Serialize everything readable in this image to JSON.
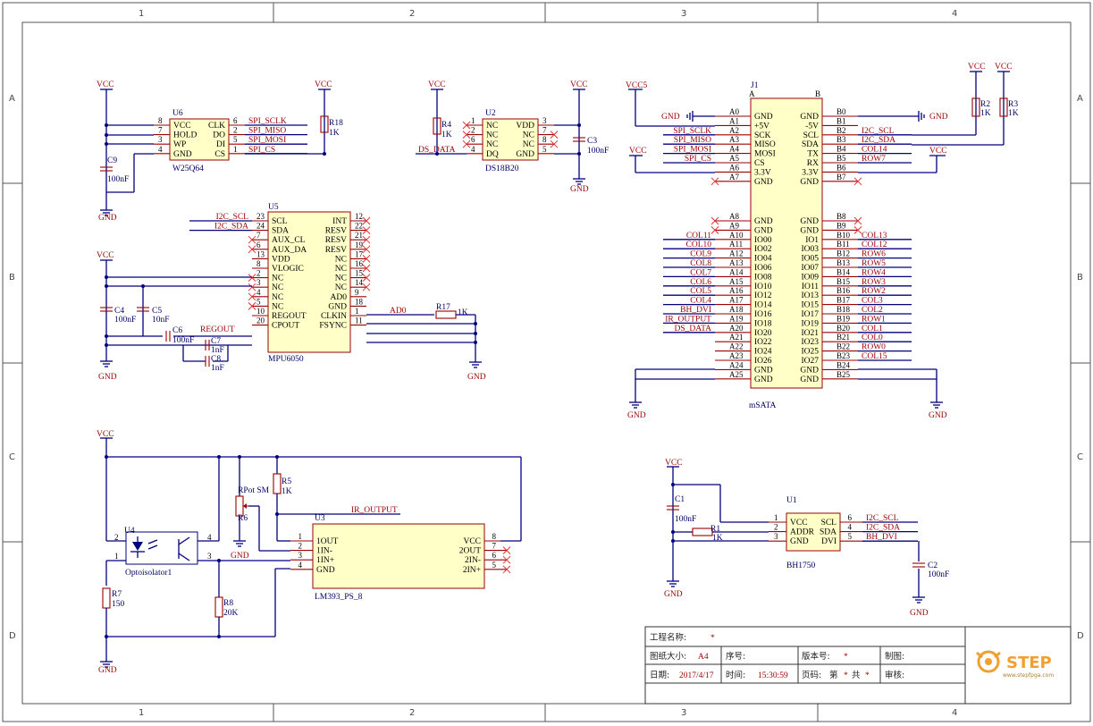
{
  "frame": {
    "cols": [
      "1",
      "2",
      "3",
      "4"
    ],
    "rows": [
      "A",
      "B",
      "C",
      "D"
    ]
  },
  "power": {
    "vcc": "VCC",
    "vcc5": "VCC5",
    "gnd": "GND"
  },
  "u6": {
    "ref": "U6",
    "part": "W25Q64",
    "left_pins": [
      {
        "num": "8",
        "name": "VCC"
      },
      {
        "num": "7",
        "name": "HOLD"
      },
      {
        "num": "3",
        "name": "WP"
      },
      {
        "num": "4",
        "name": "GND"
      }
    ],
    "right_pins": [
      {
        "num": "6",
        "name": "CLK",
        "net": "SPI_SCLK"
      },
      {
        "num": "2",
        "name": "DO",
        "net": "SPI_MISO"
      },
      {
        "num": "5",
        "name": "DI",
        "net": "SPI_MOSI"
      },
      {
        "num": "1",
        "name": "CS",
        "net": "SPI_CS"
      }
    ],
    "r18": {
      "ref": "R18",
      "value": "1K"
    },
    "c9": {
      "ref": "C9",
      "value": "100nF"
    }
  },
  "u2": {
    "ref": "U2",
    "part": "DS18B20",
    "left_pins": [
      {
        "num": "1",
        "name": "NC"
      },
      {
        "num": "2",
        "name": "NC"
      },
      {
        "num": "6",
        "name": "NC"
      },
      {
        "num": "4",
        "name": "DQ"
      }
    ],
    "right_pins": [
      {
        "num": "3",
        "name": "VDD"
      },
      {
        "num": "7",
        "name": "NC"
      },
      {
        "num": "8",
        "name": "NC"
      },
      {
        "num": "5",
        "name": "GND"
      }
    ],
    "r4": {
      "ref": "R4",
      "value": "1K"
    },
    "c3": {
      "ref": "C3",
      "value": "100nF"
    },
    "net": "DS_DATA"
  },
  "j1": {
    "ref": "J1",
    "part": "mSATA",
    "col_a": "A",
    "col_b": "B",
    "a_top": [
      {
        "num": "A0",
        "name": "GND",
        "net": ""
      },
      {
        "num": "A1",
        "name": "+5V",
        "net": ""
      },
      {
        "num": "A2",
        "name": "SCK",
        "net": "SPI_SCLK"
      },
      {
        "num": "A3",
        "name": "MISO",
        "net": "SPI_MISO"
      },
      {
        "num": "A4",
        "name": "MOSI",
        "net": "SPI_MOSI"
      },
      {
        "num": "A5",
        "name": "CS",
        "net": "SPI_CS"
      },
      {
        "num": "A6",
        "name": "3.3V",
        "net": ""
      },
      {
        "num": "A7",
        "name": "GND",
        "net": ""
      }
    ],
    "b_top": [
      {
        "num": "B0",
        "name": "GND",
        "net": ""
      },
      {
        "num": "B1",
        "name": "-5V",
        "net": ""
      },
      {
        "num": "B2",
        "name": "SCL",
        "net": "I2C_SCL"
      },
      {
        "num": "B3",
        "name": "SDA",
        "net": "I2C_SDA"
      },
      {
        "num": "B4",
        "name": "TX",
        "net": "COL14"
      },
      {
        "num": "B5",
        "name": "RX",
        "net": "ROW7"
      },
      {
        "num": "B6",
        "name": "3.3V",
        "net": ""
      },
      {
        "num": "B7",
        "name": "GND",
        "net": ""
      }
    ],
    "a_bot": [
      {
        "num": "A8",
        "name": "GND",
        "net": ""
      },
      {
        "num": "A9",
        "name": "GND",
        "net": ""
      },
      {
        "num": "A10",
        "name": "IO00",
        "net": "COL11"
      },
      {
        "num": "A11",
        "name": "IO02",
        "net": "COL10"
      },
      {
        "num": "A12",
        "name": "IO04",
        "net": "COL9"
      },
      {
        "num": "A13",
        "name": "IO06",
        "net": "COL8"
      },
      {
        "num": "A14",
        "name": "IO08",
        "net": "COL7"
      },
      {
        "num": "A15",
        "name": "IO10",
        "net": "COL6"
      },
      {
        "num": "A16",
        "name": "IO12",
        "net": "COL5"
      },
      {
        "num": "A17",
        "name": "IO14",
        "net": "COL4"
      },
      {
        "num": "A18",
        "name": "IO16",
        "net": "BH_DVI"
      },
      {
        "num": "A19",
        "name": "IO18",
        "net": "IR_OUTPUT"
      },
      {
        "num": "A20",
        "name": "IO20",
        "net": "DS_DATA"
      },
      {
        "num": "A21",
        "name": "IO22",
        "net": ""
      },
      {
        "num": "A22",
        "name": "IO24",
        "net": ""
      },
      {
        "num": "A23",
        "name": "IO26",
        "net": ""
      },
      {
        "num": "A24",
        "name": "GND",
        "net": ""
      },
      {
        "num": "A25",
        "name": "GND",
        "net": ""
      }
    ],
    "b_bot": [
      {
        "num": "B8",
        "name": "GND",
        "net": ""
      },
      {
        "num": "B9",
        "name": "GND",
        "net": ""
      },
      {
        "num": "B10",
        "name": "IO1",
        "net": "COL13"
      },
      {
        "num": "B11",
        "name": "IO03",
        "net": "COL12"
      },
      {
        "num": "B12",
        "name": "IO05",
        "net": "ROW6"
      },
      {
        "num": "B13",
        "name": "IO07",
        "net": "ROW5"
      },
      {
        "num": "B14",
        "name": "IO09",
        "net": "ROW4"
      },
      {
        "num": "B15",
        "name": "IO11",
        "net": "ROW3"
      },
      {
        "num": "B16",
        "name": "IO13",
        "net": "ROW2"
      },
      {
        "num": "B17",
        "name": "IO15",
        "net": "COL3"
      },
      {
        "num": "B18",
        "name": "IO17",
        "net": "COL2"
      },
      {
        "num": "B19",
        "name": "IO19",
        "net": "ROW1"
      },
      {
        "num": "B20",
        "name": "IO21",
        "net": "COL1"
      },
      {
        "num": "B21",
        "name": "IO23",
        "net": "COL0"
      },
      {
        "num": "B22",
        "name": "IO25",
        "net": "ROW0"
      },
      {
        "num": "B23",
        "name": "IO27",
        "net": "COL15"
      },
      {
        "num": "B24",
        "name": "GND",
        "net": ""
      },
      {
        "num": "B25",
        "name": "GND",
        "net": ""
      }
    ],
    "r2": {
      "ref": "R2",
      "value": "1K"
    },
    "r3": {
      "ref": "R3",
      "value": "1K"
    }
  },
  "u5": {
    "ref": "U5",
    "part": "MPU6050",
    "left_pins": [
      {
        "num": "23",
        "name": "SCL",
        "net": "I2C_SCL"
      },
      {
        "num": "24",
        "name": "SDA",
        "net": "I2C_SDA"
      },
      {
        "num": "7",
        "name": "AUX_CL",
        "net": ""
      },
      {
        "num": "6",
        "name": "AUX_DA",
        "net": ""
      },
      {
        "num": "13",
        "name": "VDD",
        "net": ""
      },
      {
        "num": "8",
        "name": "VLOGIC",
        "net": ""
      },
      {
        "num": "2",
        "name": "NC",
        "net": ""
      },
      {
        "num": "3",
        "name": "NC",
        "net": ""
      },
      {
        "num": "4",
        "name": "NC",
        "net": ""
      },
      {
        "num": "5",
        "name": "NC",
        "net": ""
      },
      {
        "num": "10",
        "name": "REGOUT",
        "net": ""
      },
      {
        "num": "20",
        "name": "CPOUT",
        "net": ""
      }
    ],
    "right_pins": [
      {
        "num": "12",
        "name": "INT"
      },
      {
        "num": "22",
        "name": "RESV"
      },
      {
        "num": "21",
        "name": "RESV"
      },
      {
        "num": "19",
        "name": "RESV"
      },
      {
        "num": "17",
        "name": "NC"
      },
      {
        "num": "16",
        "name": "NC"
      },
      {
        "num": "15",
        "name": "NC"
      },
      {
        "num": "14",
        "name": "NC"
      },
      {
        "num": "9",
        "name": "AD0"
      },
      {
        "num": "18",
        "name": "GND"
      },
      {
        "num": "1",
        "name": "CLKIN"
      },
      {
        "num": "11",
        "name": "FSYNC"
      }
    ],
    "ad0_net": "AD0",
    "regout_net": "REGOUT",
    "r17": {
      "ref": "R17",
      "value": "1K"
    },
    "c4": {
      "ref": "C4",
      "value": "100nF"
    },
    "c5": {
      "ref": "C5",
      "value": "10nF"
    },
    "c6": {
      "ref": "C6",
      "value": "100nF"
    },
    "c7": {
      "ref": "C7",
      "value": "1nF"
    },
    "c8": {
      "ref": "C8",
      "value": "1nF"
    }
  },
  "u4": {
    "ref": "U4",
    "part": "Optoisolator1",
    "pins": [
      "2",
      "1",
      "4",
      "3"
    ],
    "r7": {
      "ref": "R7",
      "value": "150"
    },
    "r8": {
      "ref": "R8",
      "value": "20K"
    },
    "r5": {
      "ref": "R5",
      "value": "1K"
    },
    "r6": {
      "ref": "R6",
      "value": "RPot SM"
    }
  },
  "u3": {
    "ref": "U3",
    "part": "LM393_PS_8",
    "net": "IR_OUTPUT",
    "left_pins": [
      {
        "num": "1",
        "name": "1OUT"
      },
      {
        "num": "2",
        "name": "1IN-"
      },
      {
        "num": "3",
        "name": "1IN+"
      },
      {
        "num": "4",
        "name": "GND"
      }
    ],
    "right_pins": [
      {
        "num": "8",
        "name": "VCC"
      },
      {
        "num": "7",
        "name": "2OUT"
      },
      {
        "num": "6",
        "name": "2IN-"
      },
      {
        "num": "5",
        "name": "2IN+"
      }
    ]
  },
  "u1": {
    "ref": "U1",
    "part": "BH1750",
    "left_pins": [
      {
        "num": "1",
        "name": "VCC"
      },
      {
        "num": "2",
        "name": "ADDR"
      },
      {
        "num": "3",
        "name": "GND"
      }
    ],
    "right_pins": [
      {
        "num": "6",
        "name": "SCL",
        "net": "I2C_SCL"
      },
      {
        "num": "4",
        "name": "SDA",
        "net": "I2C_SDA"
      },
      {
        "num": "5",
        "name": "DVI",
        "net": "BH_DVI"
      }
    ],
    "r1": {
      "ref": "R1",
      "value": "1K"
    },
    "c1": {
      "ref": "C1",
      "value": "100nF"
    },
    "c2": {
      "ref": "C2",
      "value": "100nF"
    }
  },
  "title_block": {
    "project_label": "工程名称:",
    "project_value": "*",
    "size_label": "图纸大小:",
    "size_value": "A4",
    "seq_label": "序号:",
    "ver_label": "版本号:",
    "ver_value": "*",
    "drawn_label": "制图:",
    "date_label": "日期:",
    "date_value": "2017/4/17",
    "time_label": "时间:",
    "time_value": "15:30:59",
    "page_label": "页码:",
    "page_pre": "第",
    "page_value": "*",
    "page_mid": "共",
    "page_total": "*",
    "review_label": "审核:",
    "logo_text": "STEP",
    "logo_sub": "www.stepfpga.com",
    "logo_color": "#f0a030"
  }
}
